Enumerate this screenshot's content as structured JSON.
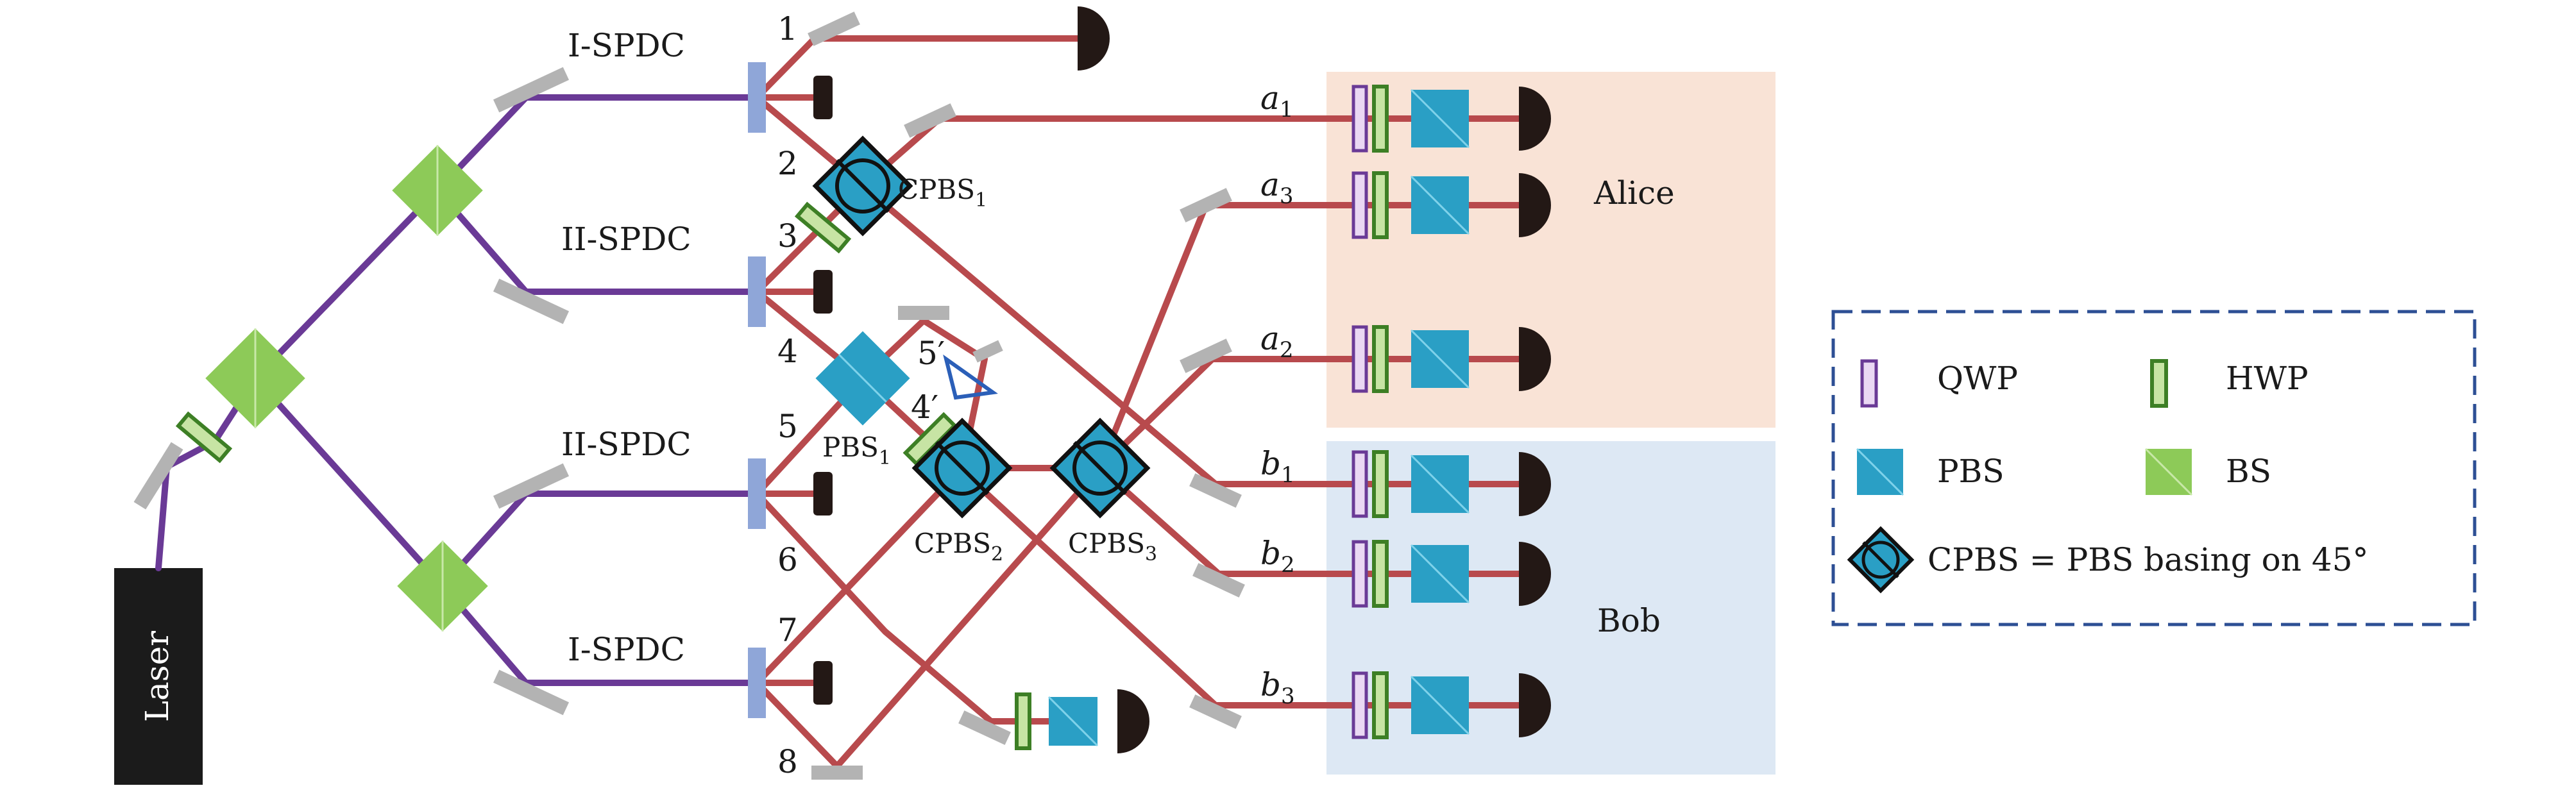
{
  "source": {
    "label": "Laser"
  },
  "spdc_labels": [
    "I-SPDC",
    "II-SPDC",
    "II-SPDC",
    "I-SPDC"
  ],
  "path_numbers": [
    "1",
    "2",
    "3",
    "4",
    "5",
    "6",
    "7",
    "8"
  ],
  "primed_labels": {
    "five_prime": "5′",
    "four_prime": "4′"
  },
  "beam_splitters": {
    "cpbs1": {
      "base": "CPBS",
      "sub": "1"
    },
    "cpbs2": {
      "base": "CPBS",
      "sub": "2"
    },
    "cpbs3": {
      "base": "CPBS",
      "sub": "3"
    },
    "pbs1": {
      "base": "PBS",
      "sub": "1"
    }
  },
  "outputs": {
    "a1": {
      "base": "a",
      "sub": "1"
    },
    "a3": {
      "base": "a",
      "sub": "3"
    },
    "a2": {
      "base": "a",
      "sub": "2"
    },
    "b1": {
      "base": "b",
      "sub": "1"
    },
    "b2": {
      "base": "b",
      "sub": "2"
    },
    "b3": {
      "base": "b",
      "sub": "3"
    }
  },
  "parties": {
    "alice": "Alice",
    "bob": "Bob"
  },
  "legend": {
    "qwp": "QWP",
    "hwp": "HWP",
    "pbs": "PBS",
    "bs": "BS",
    "cpbs": "CPBS = PBS basing on 45°"
  },
  "colors": {
    "pump_beam": "#6a3a96",
    "photon_beam": "#b84a4d",
    "alice_region": "#f9e3d6",
    "bob_region": "#dde8f4",
    "legend_border": "#2d4f94"
  }
}
